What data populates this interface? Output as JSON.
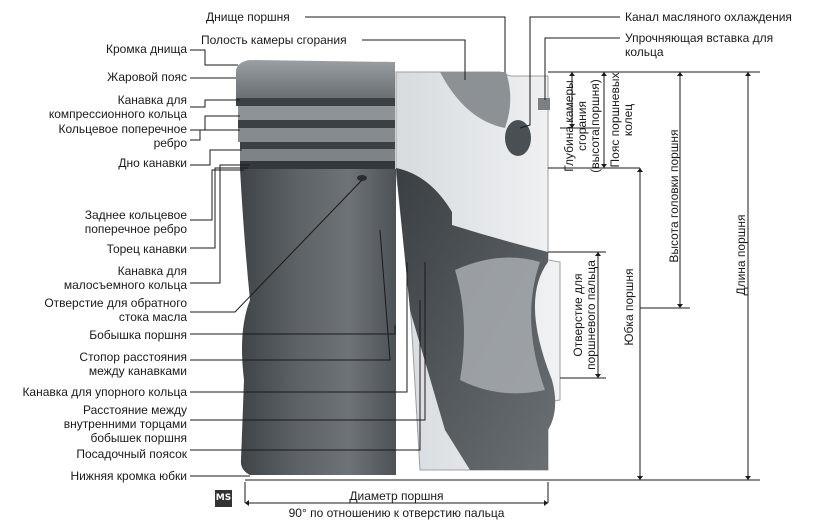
{
  "labels_left": [
    {
      "id": "krom-dnishcha",
      "text": "Кромка днища"
    },
    {
      "id": "zharovoy-poyas",
      "text": "Жаровой пояс"
    },
    {
      "id": "kanavka-kompr-1",
      "text": "Канавка для"
    },
    {
      "id": "kanavka-kompr-2",
      "text": "компрессионного кольца"
    },
    {
      "id": "koltsevoe-rebro-1",
      "text": "Кольцевое поперечное"
    },
    {
      "id": "koltsevoe-rebro-2",
      "text": "ребро"
    },
    {
      "id": "dno-kanavki",
      "text": "Дно канавки"
    },
    {
      "id": "zadnee-rebro-1",
      "text": "Заднее кольцевое"
    },
    {
      "id": "zadnee-rebro-2",
      "text": "поперечное ребро"
    },
    {
      "id": "torets-kanavki",
      "text": "Торец канавки"
    },
    {
      "id": "kanavka-malo-1",
      "text": "Канавка для"
    },
    {
      "id": "kanavka-malo-2",
      "text": "малосъемного кольца"
    },
    {
      "id": "otverstie-stok-1",
      "text": "Отверстие для обратного"
    },
    {
      "id": "otverstie-stok-2",
      "text": "стока масла"
    },
    {
      "id": "bobyshka",
      "text": "Бобышка поршня"
    },
    {
      "id": "stopor-1",
      "text": "Стопор расстояния"
    },
    {
      "id": "stopor-2",
      "text": "между канавками"
    },
    {
      "id": "kanavka-upor",
      "text": "Канавка для упорного кольца"
    },
    {
      "id": "rasstoyanie-1",
      "text": "Расстояние между"
    },
    {
      "id": "rasstoyanie-2",
      "text": "внутренними торцами"
    },
    {
      "id": "rasstoyanie-3",
      "text": "бобышек поршня"
    },
    {
      "id": "posadochny",
      "text": "Посадочный поясок"
    },
    {
      "id": "nizhnyaya-kromka",
      "text": "Нижняя кромка юбки"
    }
  ],
  "labels_top": [
    {
      "id": "dnishche",
      "text": "Днище поршня"
    },
    {
      "id": "polost",
      "text": "Полость камеры сгорания"
    }
  ],
  "labels_right": [
    {
      "id": "kanal",
      "text": "Канал масляного охлаждения"
    },
    {
      "id": "vstavka-1",
      "text": "Упрочняющая вставка для"
    },
    {
      "id": "vstavka-2",
      "text": "кольца"
    }
  ],
  "labels_vertical": [
    {
      "id": "glubina-1",
      "text": "Глубина камеры"
    },
    {
      "id": "glubina-2",
      "text": "сгорания"
    },
    {
      "id": "glubina-3",
      "text": "(высота поршня)"
    },
    {
      "id": "poyas-1",
      "text": "Пояс поршневых"
    },
    {
      "id": "poyas-2",
      "text": "колец"
    },
    {
      "id": "vysota-golovki",
      "text": "Высота головки поршня"
    },
    {
      "id": "dlina",
      "text": "Длина поршня"
    },
    {
      "id": "otv-palets-1",
      "text": "Отверстие для"
    },
    {
      "id": "otv-palets-2",
      "text": "поршневого пальца"
    },
    {
      "id": "yubka",
      "text": "Юбка поршня"
    }
  ],
  "labels_bottom": [
    {
      "id": "diametr",
      "text": "Диаметр поршня"
    },
    {
      "id": "diametr-note",
      "text": "90° по отношению к отверстию пальца"
    }
  ],
  "logo_text": "MS",
  "colors": {
    "metal_dark": "#52575c",
    "metal_mid": "#7c8186",
    "metal_light": "#c4c8cb",
    "cut_face": "#e9ecee",
    "line": "#1a1a1a"
  }
}
